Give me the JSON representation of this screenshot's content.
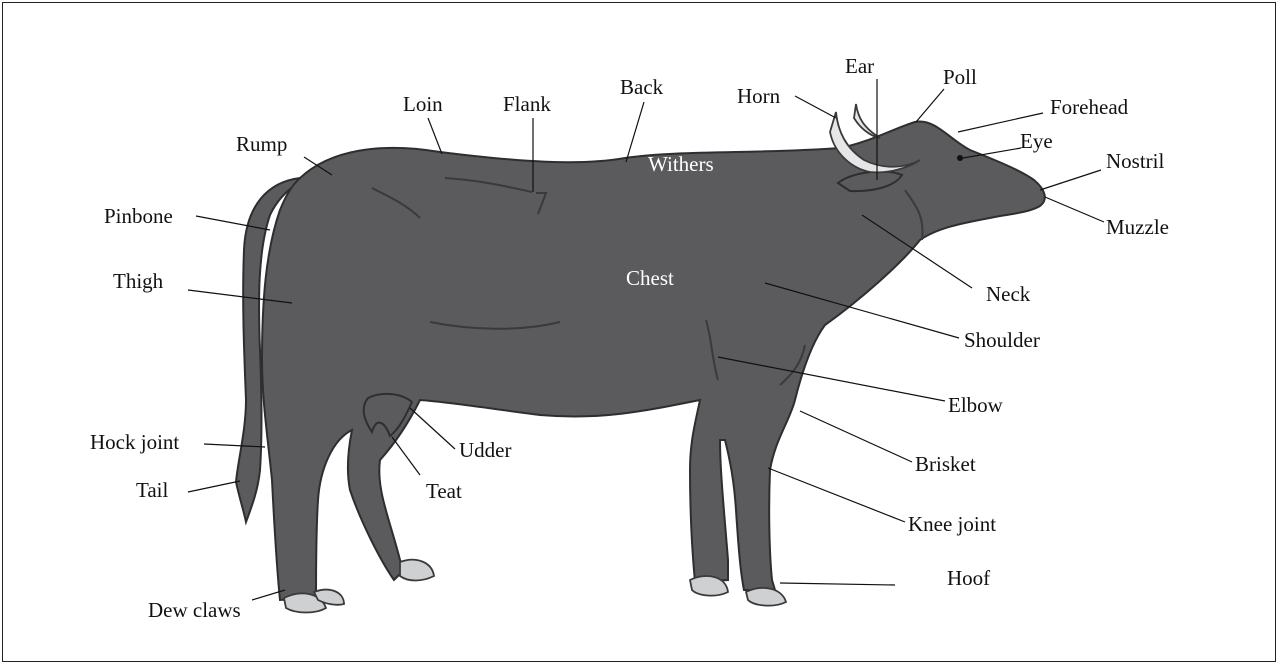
{
  "labels": {
    "loin": "Loin",
    "flank": "Flank",
    "back": "Back",
    "horn": "Horn",
    "ear": "Ear",
    "poll": "Poll",
    "forehead": "Forehead",
    "eye": "Eye",
    "nostril": "Nostril",
    "muzzle": "Muzzle",
    "rump": "Rump",
    "withers": "Withers",
    "pinbone": "Pinbone",
    "thigh": "Thigh",
    "chest": "Chest",
    "neck": "Neck",
    "shoulder": "Shoulder",
    "elbow": "Elbow",
    "hock_joint": "Hock joint",
    "udder": "Udder",
    "brisket": "Brisket",
    "tail": "Tail",
    "teat": "Teat",
    "knee_joint": "Knee joint",
    "hoof": "Hoof",
    "dew_claws": "Dew claws"
  },
  "colors": {
    "body": "#5b5b5d",
    "hoof": "#cfd0d2",
    "horn": "#e6e6e6"
  }
}
